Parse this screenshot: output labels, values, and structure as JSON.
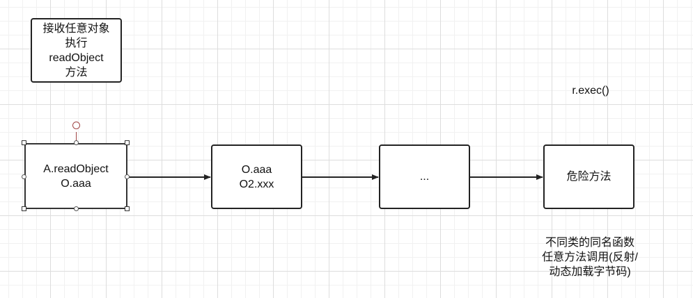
{
  "nodes": {
    "read_object_note": "接收任意对象\n执行\nreadObject\n方法",
    "entry": "A.readObject\nO.aaa",
    "step2": "O.aaa\nO2.xxx",
    "step3": "...",
    "sink": "危险方法"
  },
  "notes": {
    "exec": "r.exec()",
    "chain_hint": "不同类的同名函数\n任意方法调用(反射/\n动态加载字节码)"
  },
  "colors": {
    "grid_major": "#dddddd",
    "grid_minor": "#f1f1f1",
    "stroke": "#222222",
    "selection_handle": "#a04545"
  }
}
